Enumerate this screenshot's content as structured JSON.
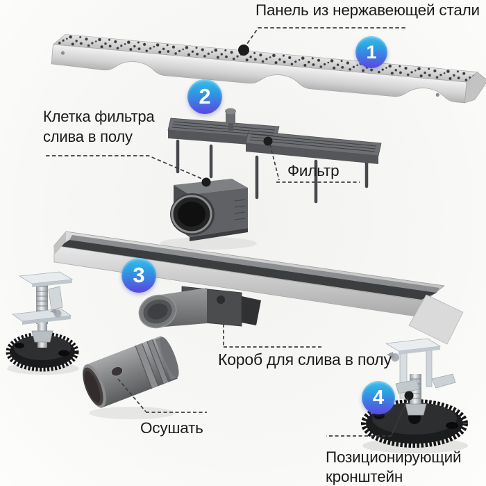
{
  "diagram": {
    "badges": [
      {
        "number": "1"
      },
      {
        "number": "2"
      },
      {
        "number": "3"
      },
      {
        "number": "4"
      }
    ],
    "labels": {
      "panel": {
        "text": "Панель из нержавеющей стали"
      },
      "cage": {
        "line1": "Клетка фильтра",
        "line2": "слива в полу"
      },
      "filter": {
        "text": "Фильтр"
      },
      "box": {
        "text": "Короб для слива в полу"
      },
      "drain": {
        "text": "Осушать"
      },
      "bracket": {
        "line1": "Позиционирующий",
        "line2": "кронштейн"
      }
    },
    "colors": {
      "badge_gradient_top": "#41bdec",
      "badge_gradient_bottom": "#5a47e0",
      "label_text": "#1b1b1b",
      "leader_line": "#3c3c3c",
      "anchor_dot": "#1c1c1c",
      "background": "#f7f7f5",
      "steel": "#c9c9c9",
      "dark_part": "#5f6164"
    }
  }
}
